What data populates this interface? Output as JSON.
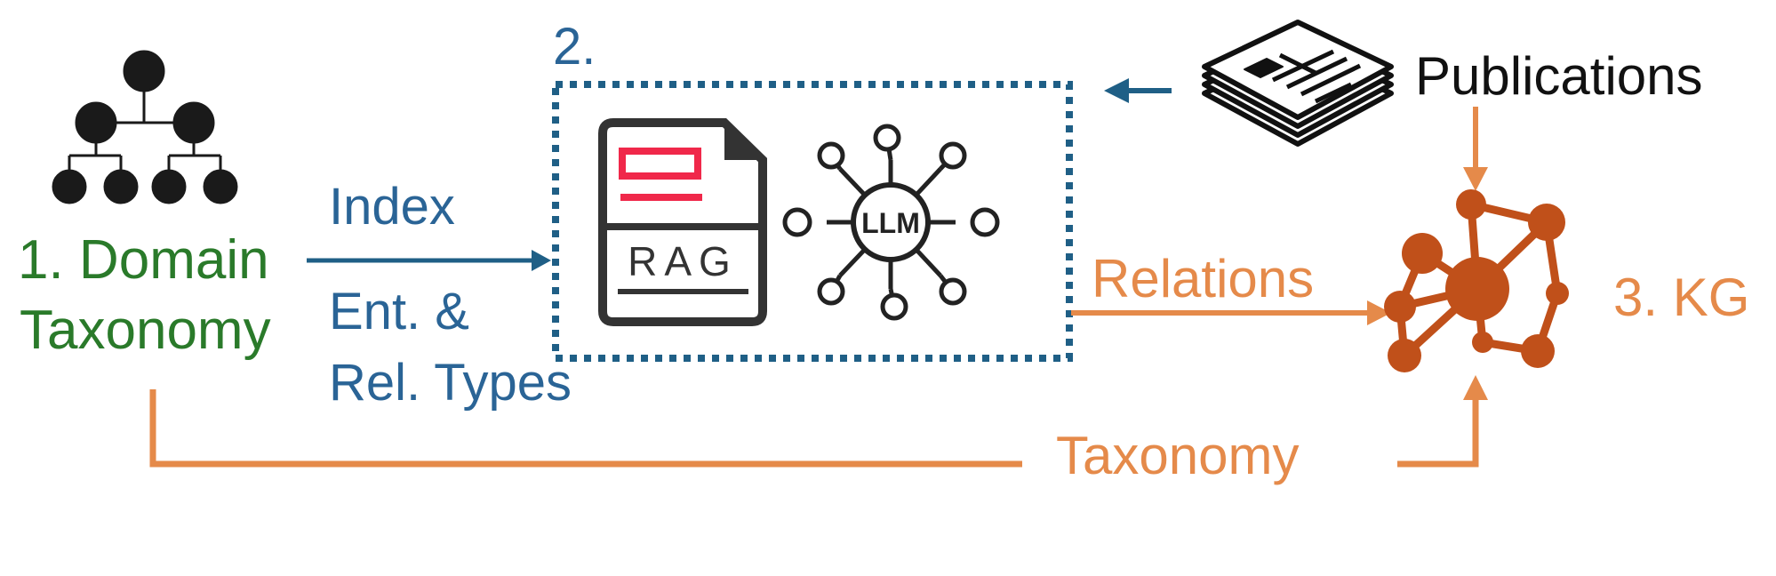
{
  "labels": {
    "step1_line1": "1. Domain",
    "step1_line2": "Taxonomy",
    "step2": "2.",
    "step3": "3. KG",
    "index": "Index",
    "ent_rel_line1": "Ent.  &",
    "ent_rel_line2": "Rel. Types",
    "relations": "Relations",
    "taxonomy": "Taxonomy",
    "publications": "Publications"
  },
  "icons": {
    "taxonomy": "hierarchy-tree-icon",
    "rag": "rag-document-icon",
    "llm": "llm-network-icon",
    "publications": "stacked-papers-icon",
    "kg": "knowledge-graph-icon"
  },
  "icon_text": {
    "rag": "RAG",
    "llm": "LLM"
  },
  "colors": {
    "blue": "#2a6496",
    "box_border": "#1f5f86",
    "green": "#2a7a2a",
    "orange": "#e58a4a",
    "kg": "#c0501a",
    "rag_red": "#f0284a",
    "dark": "#222222"
  }
}
